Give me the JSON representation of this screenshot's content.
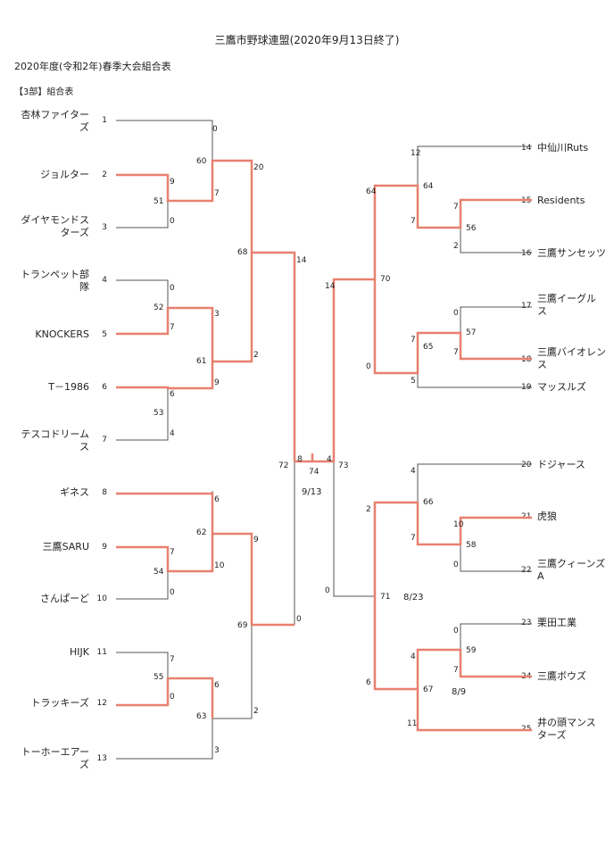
{
  "header": {
    "title": "三鷹市野球連盟(2020年9月13日終了)",
    "subtitle": "2020年度(令和2年)春季大会組合表",
    "section": "【3部】組合表"
  },
  "teams_left": [
    {
      "seed": "1",
      "name": "杏林ファイター\nズ"
    },
    {
      "seed": "2",
      "name": "ジョルター"
    },
    {
      "seed": "3",
      "name": "ダイヤモンドス\nターズ"
    },
    {
      "seed": "4",
      "name": "トランペット部\n隊"
    },
    {
      "seed": "5",
      "name": "KNOCKERS"
    },
    {
      "seed": "6",
      "name": "T－1986"
    },
    {
      "seed": "7",
      "name": "テスコドリーム\nス"
    },
    {
      "seed": "8",
      "name": "ギネス"
    },
    {
      "seed": "9",
      "name": "三鷹SARU"
    },
    {
      "seed": "10",
      "name": "さんぱーど"
    },
    {
      "seed": "11",
      "name": "HIJK"
    },
    {
      "seed": "12",
      "name": "トラッキーズ"
    },
    {
      "seed": "13",
      "name": "トーホーエアー\nズ"
    }
  ],
  "teams_right": [
    {
      "seed": "14",
      "name": "中仙川Ruts"
    },
    {
      "seed": "15",
      "name": "Residents"
    },
    {
      "seed": "16",
      "name": "三鷹サンセッツ"
    },
    {
      "seed": "17",
      "name": "三鷹イーグル\nス"
    },
    {
      "seed": "18",
      "name": "三鷹バイオレン\nス"
    },
    {
      "seed": "19",
      "name": "マッスルズ"
    },
    {
      "seed": "20",
      "name": "ドジャース"
    },
    {
      "seed": "21",
      "name": "虎狼"
    },
    {
      "seed": "22",
      "name": "三鷹クィーンズ\nA"
    },
    {
      "seed": "23",
      "name": "栗田工業"
    },
    {
      "seed": "24",
      "name": "三鷹ボウズ"
    },
    {
      "seed": "25",
      "name": "井の頭マンス\nターズ"
    }
  ],
  "match_numbers": [
    "51",
    "52",
    "53",
    "54",
    "55",
    "56",
    "57",
    "58",
    "59",
    "60",
    "61",
    "62",
    "63",
    "64",
    "65",
    "66",
    "67",
    "68",
    "69",
    "70",
    "71",
    "72",
    "73",
    "74"
  ],
  "scores": [
    "0",
    "9",
    "7",
    "0",
    "0",
    "7",
    "3",
    "6",
    "9",
    "4",
    "2",
    "20",
    "14",
    "7",
    "0",
    "6",
    "7",
    "9",
    "10",
    "0",
    "2",
    "0",
    "6",
    "3",
    "12",
    "64",
    "7",
    "7",
    "2",
    "0",
    "7",
    "7",
    "5",
    "0",
    "4",
    "10",
    "0",
    "2",
    "7",
    "14",
    "0",
    "4",
    "0",
    "7",
    "11",
    "6",
    "4",
    "8",
    "4"
  ],
  "dates": [
    "9/13",
    "8/23",
    "8/9"
  ],
  "colors": {
    "winner": "#e8806f",
    "loser": "#555555"
  }
}
